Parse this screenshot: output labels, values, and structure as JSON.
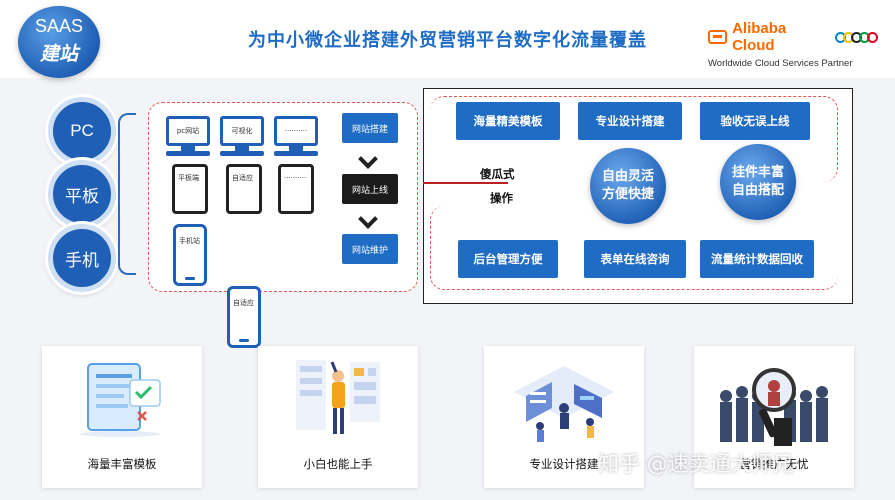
{
  "header": {
    "badge_line1": "SAAS",
    "badge_line2": "建站",
    "title": "为中小微企业搭建外贸营销平台数字化流量覆盖",
    "logo_brand": "Alibaba Cloud",
    "logo_sub": "Worldwide Cloud Services Partner"
  },
  "devices": [
    "PC",
    "平板",
    "手机"
  ],
  "build_panel": {
    "monitors": [
      "pc网站",
      "可视化",
      "··········"
    ],
    "tablets": [
      "平板端",
      "自适应",
      "··········"
    ],
    "phones": [
      "手机站",
      "自适应",
      "··········"
    ],
    "steps": [
      "网站搭建",
      "网站上线",
      "网站维护"
    ]
  },
  "features": {
    "top": [
      "海量精美模板",
      "专业设计搭建",
      "验收无误上线"
    ],
    "bottom": [
      "后台管理方便",
      "表单在线咨询",
      "流量统计数据回收"
    ],
    "circles": [
      "自由灵活\n方便快捷",
      "挂件丰富\n自由搭配"
    ],
    "note_line1": "傻瓜式",
    "note_line2": "操作"
  },
  "cards": [
    "海量丰富模板",
    "小白也能上手",
    "专业设计搭建",
    "营销推广无忧"
  ],
  "watermark": "知乎 @速卖通大师兄",
  "colors": {
    "primary": "#1f6cc4",
    "accent": "#ff6a00",
    "dash": "#e05555"
  }
}
